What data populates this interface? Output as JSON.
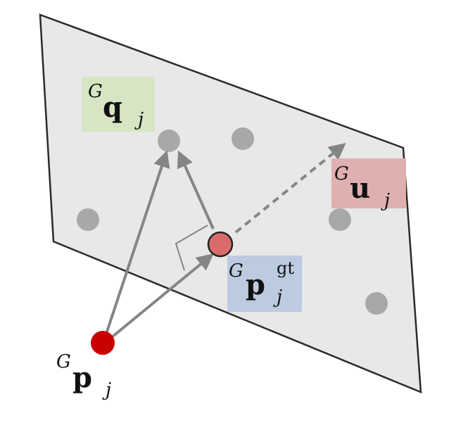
{
  "labels": {
    "q_sup": "G",
    "q_main": "q",
    "q_sub": "j",
    "u_sup": "G",
    "u_main": "u",
    "u_sub": "j",
    "pgt_sup": "G",
    "pgt_main": "p",
    "pgt_sub": "j",
    "pgt_sup_right": "gt",
    "p_sup": "G",
    "p_main": "p",
    "p_sub": "j"
  },
  "colors": {
    "plane_fill": "#e8e8e8",
    "plane_stroke": "#2a2a2a",
    "gray_point": "#a8a8a8",
    "arrow": "#858585",
    "gt_point": "#d96b6b",
    "p_point": "#c80000",
    "q_highlight": "#d6e6c4",
    "u_highlight": "#e0b0b0",
    "pgt_highlight": "#bccbe0"
  }
}
